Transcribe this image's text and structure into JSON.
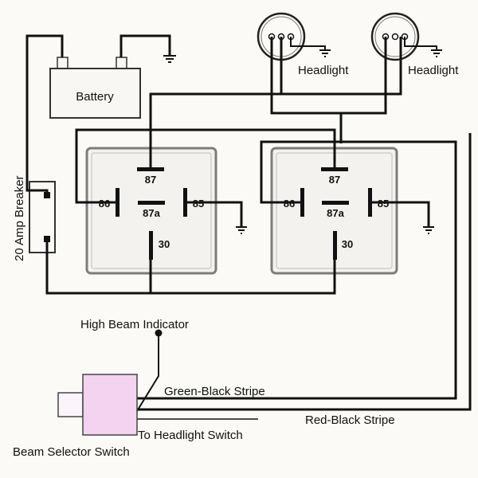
{
  "labels": {
    "battery": "Battery",
    "breaker": "20 Amp Breaker",
    "headlight_left": "Headlight",
    "headlight_right": "Headlight",
    "high_beam_indicator": "High Beam Indicator",
    "green_black": "Green-Black Stripe",
    "red_black": "Red-Black Stripe",
    "to_headlight_switch": "To Headlight Switch",
    "beam_selector": "Beam Selector Switch"
  },
  "relays": [
    {
      "pins": {
        "p87": "87",
        "p86": "86",
        "p87a": "87a",
        "p85": "85",
        "p30": "30"
      }
    },
    {
      "pins": {
        "p87": "87",
        "p86": "86",
        "p87a": "87a",
        "p85": "85",
        "p30": "30"
      }
    }
  ],
  "colors": {
    "wire": "#111111",
    "relay_fill": "#f3f2ef",
    "relay_border": "#7c7c7c",
    "battery_fill": "#f8f7f4",
    "switch_fill": "#f3d3f0",
    "switch_knob_fill": "#fbf4fb"
  }
}
